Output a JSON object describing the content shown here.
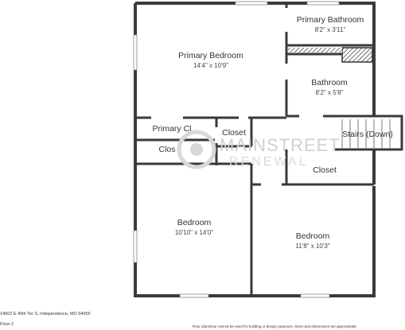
{
  "rooms": {
    "primary_bedroom": {
      "name": "Primary Bedroom",
      "dims": "14'4\" x 10'9\""
    },
    "primary_bathroom": {
      "name": "Primary Bathroom",
      "dims": "8'2\" x 3'11\""
    },
    "bathroom": {
      "name": "Bathroom",
      "dims": "8'2\" x 5'8\""
    },
    "primary_closet": {
      "name": "Primary Cl"
    },
    "closet_mid": {
      "name": "Closet"
    },
    "closet_left": {
      "name": "Clos"
    },
    "stairs": {
      "name": "Stairs (Down)"
    },
    "closet_right": {
      "name": "Closet"
    },
    "bedroom_left": {
      "name": "Bedroom",
      "dims": "10'10\" x 14'0\""
    },
    "bedroom_right": {
      "name": "Bedroom",
      "dims": "11'8\" x 10'3\""
    }
  },
  "watermark": {
    "line1": "MAINSTREET",
    "line2": "RENEWAL"
  },
  "footer": {
    "address": "14502 E 40th Ter S, Independence, MO 64055",
    "floor": "Floor 2",
    "disclaimer": "Floor plans/tour cannot be used for building or design purposes. Sizes and dimensions are approximate."
  }
}
